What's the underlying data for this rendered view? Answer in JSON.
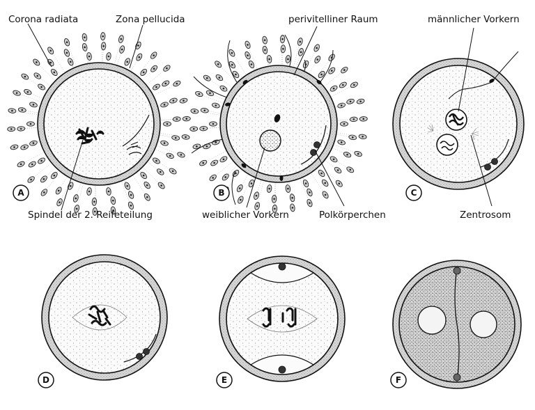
{
  "labels": {
    "corona_radiata": "Corona radiata",
    "zona_pellucida": "Zona pellucida",
    "perivitelliner_raum": "perivitelliner Raum",
    "maennlicher_vorkern": "männlicher Vorkern",
    "spindel": "Spindel der 2. Reifeteilung",
    "weiblicher_vorkern": "weiblicher Vorkern",
    "polkoerperchen": "Polkörperchen",
    "zentrosom": "Zentrosom"
  },
  "panels": [
    {
      "letter": "A"
    },
    {
      "letter": "B"
    },
    {
      "letter": "C"
    },
    {
      "letter": "D"
    },
    {
      "letter": "E"
    },
    {
      "letter": "F"
    }
  ],
  "colors": {
    "ink": "#111111",
    "zona_fill": "#dcdcdc",
    "cytoplasm": "#f7f7f7",
    "background": "#ffffff"
  }
}
